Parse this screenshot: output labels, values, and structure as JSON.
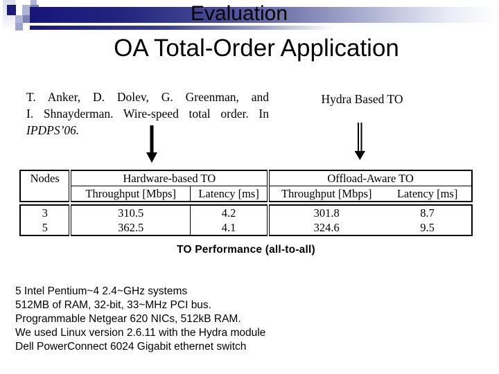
{
  "slide": {
    "title_line1": "Evaluation",
    "title_line2": "OA Total-Order Application"
  },
  "figure": {
    "citation": {
      "line1": "T. Anker, D. Dolev, G. Greenman, and",
      "line2": "I. Shnayderman. Wire-speed total order. In",
      "line3": "IPDPS’06."
    },
    "hydra_label": "Hydra Based TO",
    "caption": "TO Performance (all-to-all)"
  },
  "chart_data": {
    "type": "table",
    "title": "TO Performance (all-to-all)",
    "columns": [
      "Nodes",
      "Hardware-based TO Throughput [Mbps]",
      "Hardware-based TO Latency [ms]",
      "Offload-Aware TO Throughput [Mbps]",
      "Offload-Aware TO Latency [ms]"
    ],
    "rows_numeric": [
      [
        3,
        310.5,
        4.2,
        301.8,
        8.7
      ],
      [
        5,
        362.5,
        4.1,
        324.6,
        9.5
      ]
    ]
  },
  "table": {
    "col_nodes": "Nodes",
    "group_hw": "Hardware-based TO",
    "group_oa": "Offload-Aware TO",
    "sub_throughput": "Throughput [Mbps]",
    "sub_latency": "Latency [ms]",
    "rows": [
      {
        "nodes": "3",
        "hw_tp": "310.5",
        "hw_lat": "4.2",
        "oa_tp": "301.8",
        "oa_lat": "8.7"
      },
      {
        "nodes": "5",
        "hw_tp": "362.5",
        "hw_lat": "4.1",
        "oa_tp": "324.6",
        "oa_lat": "9.5"
      }
    ]
  },
  "notes": {
    "lines": [
      "5 Intel Pentium~4 2.4~GHz systems",
      "512MB of RAM, 32-bit, 33~MHz PCI bus.",
      "Programmable Netgear 620 NICs, 512kB RAM.",
      "We used Linux version 2.6.11 with the Hydra module",
      "Dell PowerConnect 6024 Gigabit ethernet switch"
    ]
  },
  "colors": {
    "navy": "#1a1a78",
    "lavender": "#b0b4d6",
    "slate": "#7d82b4",
    "text": "#000000",
    "background": "#ffffff"
  }
}
